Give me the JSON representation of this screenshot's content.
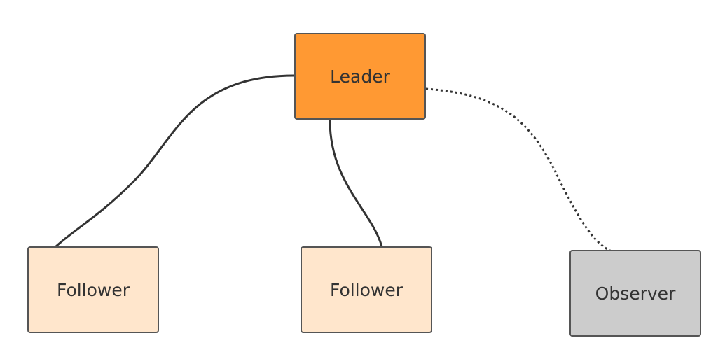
{
  "diagram": {
    "nodes": [
      {
        "id": "leader",
        "label": "Leader",
        "fill": "#FF9933"
      },
      {
        "id": "f1",
        "label": "Follower",
        "fill": "#FFE6CC"
      },
      {
        "id": "f2",
        "label": "Follower",
        "fill": "#FFE6CC"
      },
      {
        "id": "observer",
        "label": "Observer",
        "fill": "#CCCCCC"
      }
    ],
    "edges": [
      {
        "from": "leader",
        "to": "f1",
        "style": "solid",
        "color": "#333333"
      },
      {
        "from": "leader",
        "to": "f2",
        "style": "solid",
        "color": "#333333"
      },
      {
        "from": "leader",
        "to": "observer",
        "style": "dotted",
        "color": "#333333"
      }
    ]
  }
}
